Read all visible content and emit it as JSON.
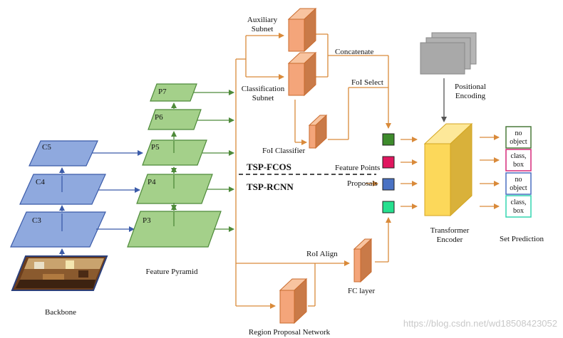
{
  "backbone": {
    "label": "Backbone",
    "levels": [
      "C3",
      "C4",
      "C5"
    ]
  },
  "feature_pyramid": {
    "label": "Feature Pyramid",
    "levels": [
      "P3",
      "P4",
      "P5",
      "P6",
      "P7"
    ]
  },
  "auxiliary_subnet": [
    "Auxiliary",
    "Subnet"
  ],
  "classification_subnet": [
    "Classification",
    "Subnet"
  ],
  "concatenate_label": "Concatenate",
  "foi_select_label": "FoI Select",
  "foi_classifier_label": "FoI Classifier",
  "tsp_fcos_label": "TSP-FCOS",
  "tsp_rcnn_label": "TSP-RCNN",
  "feature_points_label": "Feature Points",
  "proposals_label": "Proposals",
  "roi_align_label": "RoI Align",
  "fc_layer_label": "FC layer",
  "region_proposal_network_label": "Region Proposal Network",
  "positional_encoding": [
    "Positional",
    "Encoding"
  ],
  "transformer_encoder": [
    "Transformer",
    "Encoder"
  ],
  "set_prediction": {
    "label": "Set Prediction",
    "outputs": [
      {
        "lines": [
          "no",
          "object"
        ],
        "color": "#4a7a3a"
      },
      {
        "lines": [
          "class,",
          "box"
        ],
        "color": "#d6287a"
      },
      {
        "lines": [
          "no",
          "object"
        ],
        "color": "#4a6fc0"
      },
      {
        "lines": [
          "class,",
          "box"
        ],
        "color": "#33d6b0"
      }
    ]
  },
  "token_colors": [
    "#3d8b2c",
    "#e0165f",
    "#4a72c4",
    "#25e08f"
  ],
  "colors": {
    "backbone_fill": "#8fa9de",
    "pyramid_fill": "#a4d08a",
    "subnet_front": "#f4a57a",
    "encoder_front": "#fcd85a",
    "positional_fill": "#a9a9a9",
    "arrow_blue": "#3b5ba9",
    "arrow_green": "#4e8a3a",
    "arrow_orange": "#d98a3a"
  },
  "watermark": "https://blog.csdn.net/wd18508423052"
}
